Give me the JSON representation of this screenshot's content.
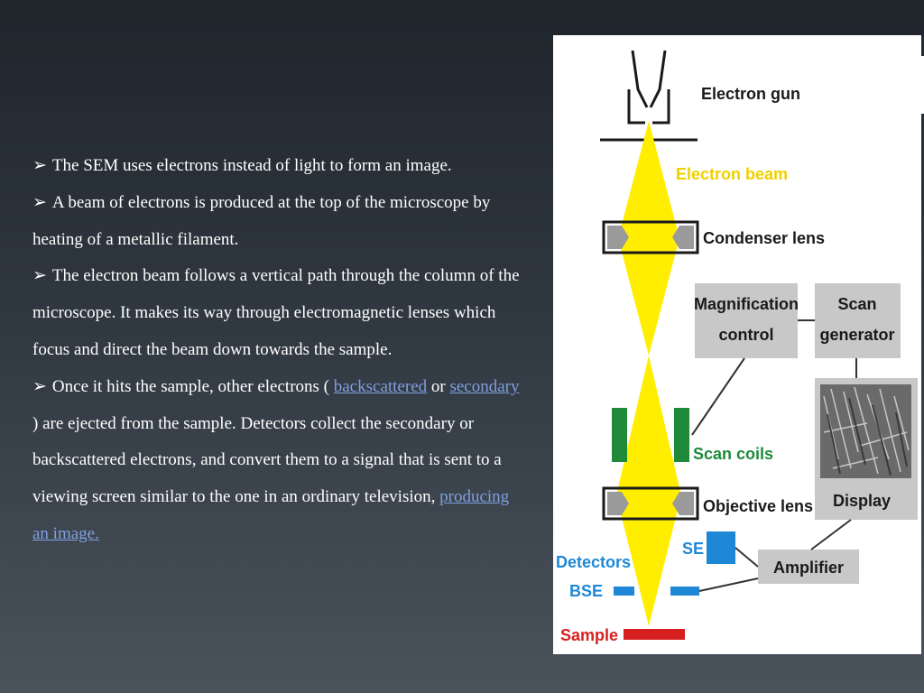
{
  "slide": {
    "bullet_glyph": "➢",
    "para1": {
      "text": "The SEM uses electrons instead of light to form an image."
    },
    "para2": {
      "text": "A beam of electrons is produced at the top of the microscope by heating of a metallic filament."
    },
    "para3": {
      "text": "The electron beam follows a vertical path through the column of the microscope. It makes its way through electromagnetic lenses which focus and direct the beam down towards the sample."
    },
    "para4": {
      "before": "Once it hits the sample, other electrons ( ",
      "link1": "backscattered",
      "mid": " or ",
      "link2": "secondary",
      "after": " ) are ejected from the sample. Detectors collect the secondary or backscattered electrons, and convert them to a signal that is sent to a viewing screen similar to the one in an ordinary television, ",
      "link3": "producing an image."
    }
  },
  "diagram": {
    "electron_gun": "Electron gun",
    "electron_beam": "Electron beam",
    "condenser_lens": "Condenser lens",
    "magnification_1": "Magnification",
    "magnification_2": "control",
    "scan_gen_1": "Scan",
    "scan_gen_2": "generator",
    "scan_coils": "Scan coils",
    "objective_lens": "Objective lens",
    "display": "Display",
    "se": "SE",
    "detectors": "Detectors",
    "amplifier": "Amplifier",
    "bse": "BSE",
    "sample": "Sample",
    "colors": {
      "beam": "#ffee00",
      "beam_label": "#f0d000",
      "coil": "#1e8a3a",
      "detector": "#1e88d6",
      "detector_label": "#1e88d6",
      "sample": "#d62020",
      "box": "#c8c8c8",
      "text": "#1a1a1a"
    }
  }
}
